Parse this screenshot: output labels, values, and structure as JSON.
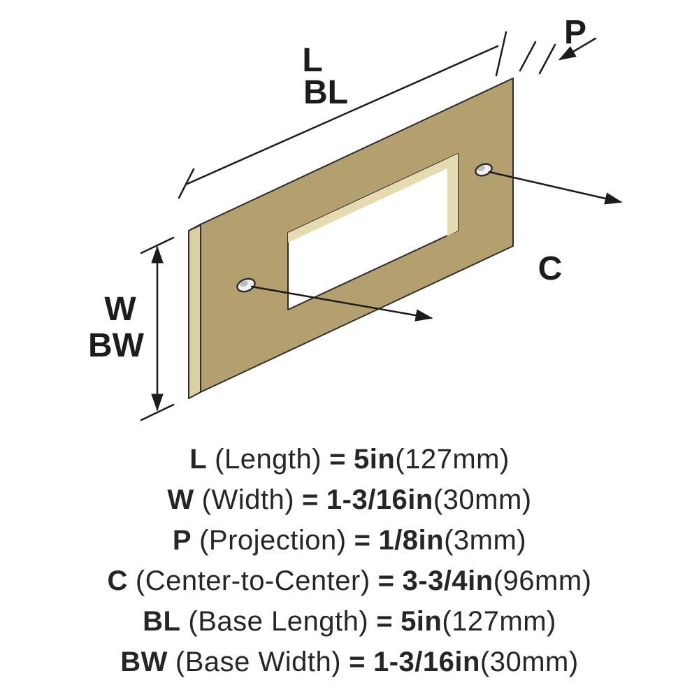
{
  "diagram": {
    "labels": {
      "length": "L",
      "base_length": "BL",
      "projection": "P",
      "width": "W",
      "base_width": "BW",
      "center_to_center": "C"
    },
    "colors": {
      "face": "#b3a06e",
      "top_edge": "#c3b488",
      "side_edge": "#dbcfa4",
      "bevel": "#e6dbb0",
      "hole_fill": "#f2f2f2",
      "line": "#1c1c1c"
    }
  },
  "legend": {
    "rows": [
      {
        "symbol": "L",
        "name": "(Length)",
        "equals": "=",
        "value": "5in",
        "metric": "(127mm)"
      },
      {
        "symbol": "W",
        "name": "(Width)",
        "equals": "=",
        "value": "1-3/16in",
        "metric": "(30mm)"
      },
      {
        "symbol": "P",
        "name": "(Projection)",
        "equals": "=",
        "value": "1/8in",
        "metric": "(3mm)"
      },
      {
        "symbol": "C",
        "name": "(Center-to-Center)",
        "equals": "=",
        "value": "3-3/4in",
        "metric": "(96mm)"
      },
      {
        "symbol": "BL",
        "name": "(Base Length)",
        "equals": "=",
        "value": "5in",
        "metric": "(127mm)"
      },
      {
        "symbol": "BW",
        "name": "(Base Width)",
        "equals": "=",
        "value": "1-3/16in",
        "metric": "(30mm)"
      }
    ]
  }
}
